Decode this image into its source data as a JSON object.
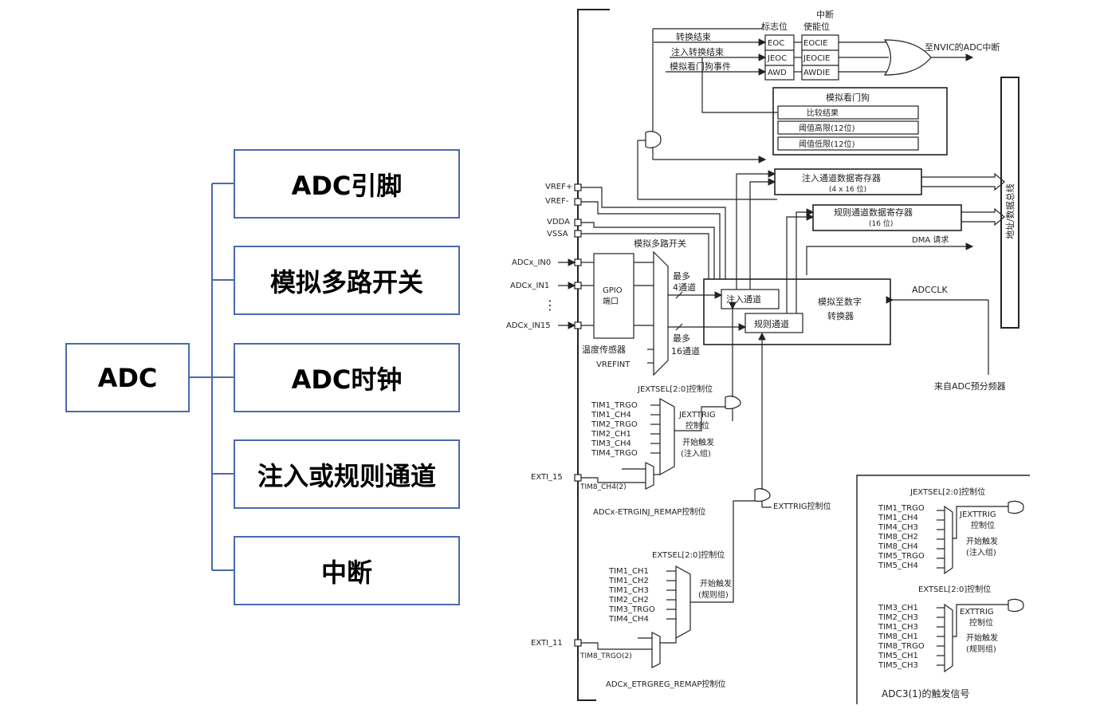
{
  "mindmap": {
    "root": "ADC",
    "children": [
      "ADC引脚",
      "模拟多路开关",
      "ADC时钟",
      "注入或规则通道",
      "中断"
    ]
  },
  "diagram": {
    "flags": {
      "header": "标志位",
      "enable_header_1": "中断",
      "enable_header_2": "使能位",
      "flag_bits": [
        "EOC",
        "JEOC",
        "AWD"
      ],
      "enable_bits": [
        "EOCIE",
        "JEOCIE",
        "AWDIE"
      ],
      "events": [
        "转换结束",
        "注入转换结束",
        "模拟看门狗事件"
      ],
      "nvic": "至NVIC的ADC中断"
    },
    "watchdog": {
      "title": "模拟看门狗",
      "rows": [
        "比较结果",
        "阈值高限(12位)",
        "阈值低限(12位)"
      ]
    },
    "injected_reg": {
      "title": "注入通道数据寄存器",
      "sub": "(4 x 16 位)"
    },
    "regular_reg": {
      "title": "规则通道数据寄存器",
      "sub": "(16 位)"
    },
    "dma": "DMA 请求",
    "bus": "地址/数据总线",
    "pins": {
      "vrefp": "VREF+",
      "vrefm": "VREF-",
      "vdda": "VDDA",
      "vssa": "VSSA",
      "in0": "ADCx_IN0",
      "in1": "ADCx_IN1",
      "in15": "ADCx_IN15",
      "dots": "⋮"
    },
    "gpio": {
      "line1": "GPIO",
      "line2": "端口"
    },
    "mux": {
      "title": "模拟多路开关",
      "temp": "温度传感器",
      "vrefint": "VREFINT",
      "max_injected_1": "最多",
      "max_injected_2": "4通道",
      "max_regular_1": "最多",
      "max_regular_2": "16通道"
    },
    "adc": {
      "injected": "注入通道",
      "regular": "规则通道",
      "converter_1": "模拟至数字",
      "converter_2": "转换器",
      "clk": "ADCCLK",
      "prescaler": "来自ADC预分频器"
    },
    "inj_trigger": {
      "jextsel": "JEXTSEL[2:0]控制位",
      "sources": [
        "TIM1_TRGO",
        "TIM1_CH4",
        "TIM2_TRGO",
        "TIM2_CH1",
        "TIM3_CH4",
        "TIM4_TRGO"
      ],
      "jexttrig_1": "JEXTTRIG",
      "jexttrig_2": "控制位",
      "start_1": "开始触发",
      "start_2": "(注入组)",
      "exti": "EXTI_15",
      "tim8": "TIM8_CH4(2)",
      "remap": "ADCx-ETRGINJ_REMAP控制位"
    },
    "reg_trigger": {
      "exttrig": "EXTTRIG控制位",
      "extsel": "EXTSEL[2:0]控制位",
      "sources": [
        "TIM1_CH1",
        "TIM1_CH2",
        "TIM1_CH3",
        "TIM2_CH2",
        "TIM3_TRGO",
        "TIM4_CH4"
      ],
      "start_1": "开始触发",
      "start_2": "(规则组)",
      "exti": "EXTI_11",
      "tim8": "TIM8_TRGO(2)",
      "remap": "ADCx_ETRGREG_REMAP控制位"
    },
    "adc3": {
      "jextsel": "JEXTSEL[2:0]控制位",
      "inj_sources": [
        "TIM1_TRGO",
        "TIM1_CH4",
        "TIM4_CH3",
        "TIM8_CH2",
        "TIM8_CH4",
        "TIM5_TRGO",
        "TIM5_CH4"
      ],
      "jexttrig_1": "JEXTTRIG",
      "jexttrig_2": "控制位",
      "inj_start_1": "开始触发",
      "inj_start_2": "(注入组)",
      "extsel": "EXTSEL[2:0]控制位",
      "reg_sources": [
        "TIM3_CH1",
        "TIM2_CH3",
        "TIM1_CH3",
        "TIM8_CH1",
        "TIM8_TRGO",
        "TIM5_CH1",
        "TIM5_CH3"
      ],
      "exttrig_1": "EXTTRIG",
      "exttrig_2": "控制位",
      "reg_start_1": "开始触发",
      "reg_start_2": "(规则组)",
      "caption": "ADC3(1)的触发信号"
    }
  }
}
